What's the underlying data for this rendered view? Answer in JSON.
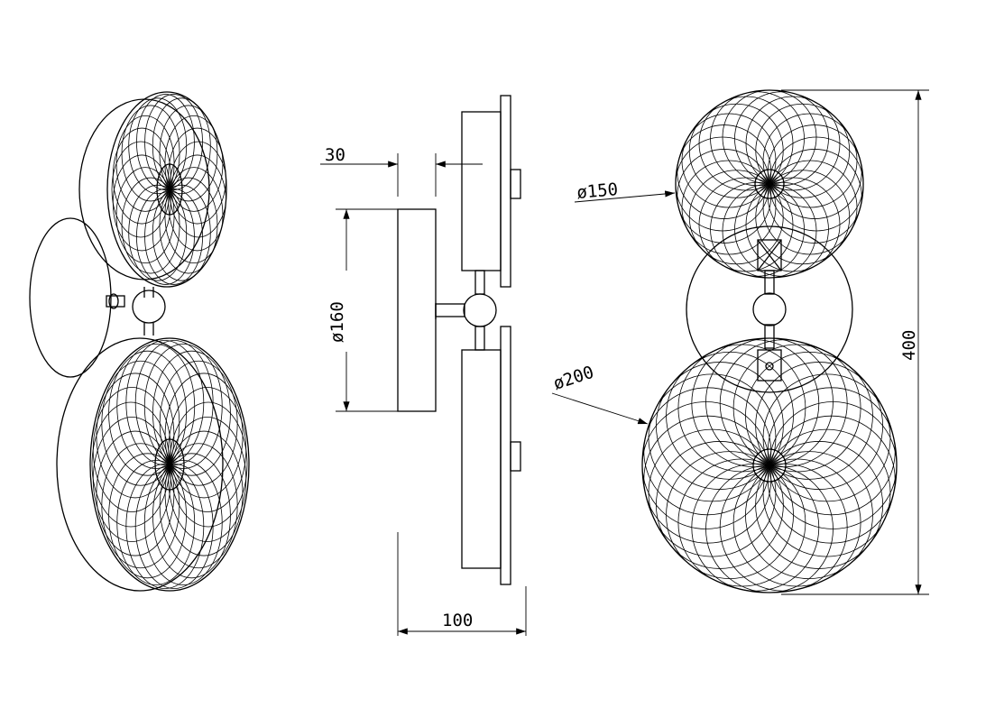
{
  "dimensions": {
    "arm_offset": "30",
    "base_diameter": "ø160",
    "depth": "100",
    "small_shade_diameter": "ø150",
    "large_shade_diameter": "ø200",
    "total_height": "400"
  },
  "colors": {
    "line": "#000000",
    "background": "#ffffff"
  }
}
